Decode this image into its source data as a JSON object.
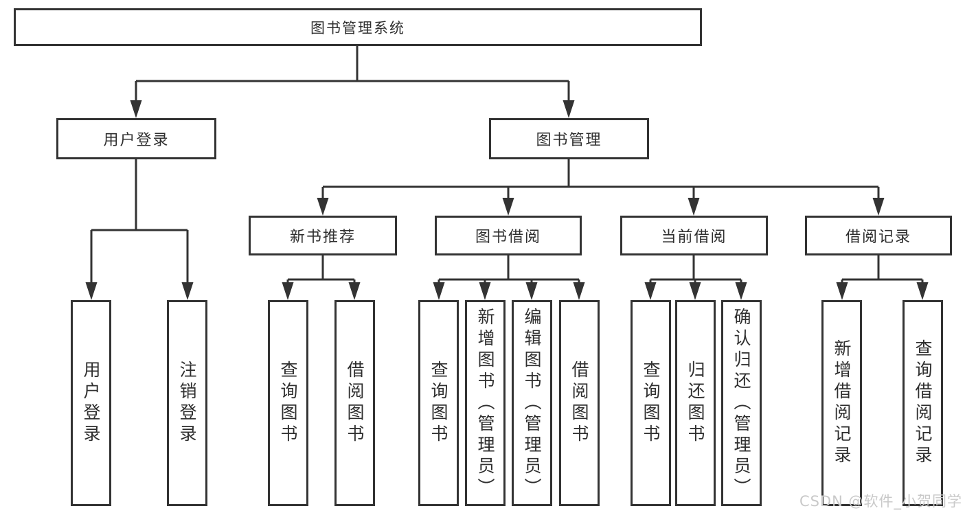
{
  "diagram": {
    "root": "图书管理系统",
    "branches": [
      {
        "label": "用户登录",
        "leaves": [
          "用户登录",
          "注销登录"
        ]
      },
      {
        "label": "图书管理",
        "sections": [
          {
            "label": "新书推荐",
            "leaves": [
              "查询图书",
              "借阅图书"
            ]
          },
          {
            "label": "图书借阅",
            "leaves": [
              "查询图书",
              "新增图书（管理员）",
              "编辑图书（管理员）",
              "借阅图书"
            ]
          },
          {
            "label": "当前借阅",
            "leaves": [
              "查询图书",
              "归还图书",
              "确认归还（管理员）"
            ]
          },
          {
            "label": "借阅记录",
            "leaves": [
              "新增借阅记录",
              "查询借阅记录"
            ]
          }
        ]
      }
    ]
  },
  "watermark": "CSDN @软件_小贺同学",
  "colors": {
    "line": "#333333",
    "box_border": "#333333",
    "box_background": "#ffffff",
    "text": "#2f2f2f",
    "watermark": "#c9c9c9",
    "page_background": "#ffffff"
  }
}
